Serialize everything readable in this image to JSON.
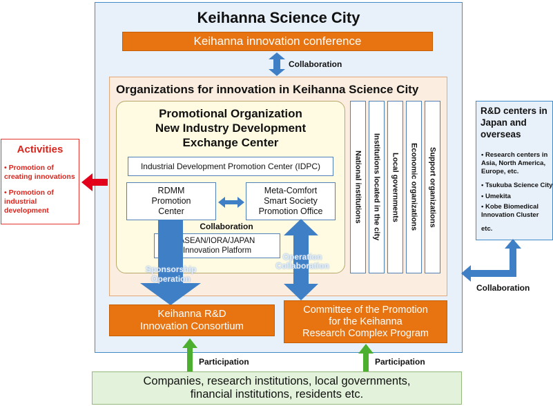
{
  "city_title": "Keihanna Science City",
  "conference": "Keihanna innovation conference",
  "collab_top": "Collaboration",
  "org_title": "Organizations for innovation in Keihanna Science City",
  "promo_title": [
    "Promotional Organization",
    "New Industry Development",
    "Exchange Center"
  ],
  "idpc": "Industrial Development Promotion Center (IDPC)",
  "rdmm": [
    "RDMM",
    "Promotion",
    "Center"
  ],
  "meta": [
    "Meta-Comfort",
    "Smart Society",
    "Promotion Office"
  ],
  "collab_inner": "Collaboration",
  "asean": [
    "ASEAN/IORA/JAPAN",
    "Innovation Platform"
  ],
  "vertical_items": [
    "National institutions",
    "Institutions located in the city",
    "Local governments",
    "Economic organizations",
    "Support organizations"
  ],
  "sponsorship": [
    "Sponsorship",
    "Operation"
  ],
  "operation": [
    "Operation",
    "Collaboration"
  ],
  "consortium": [
    "Keihanna R&D",
    "Innovation Consortium"
  ],
  "committee": [
    "Committee of the Promotion",
    "for the Keihanna",
    "Research Complex Program"
  ],
  "participation_left": "Participation",
  "participation_right": "Participation",
  "companies": [
    "Companies, research institutions, local governments,",
    "financial institutions, residents etc."
  ],
  "activities": {
    "title": "Activities",
    "items": [
      "• Promotion of creating innovations",
      "• Promotion of industrial development"
    ]
  },
  "rd_centers": {
    "title": "R&D centers in Japan and overseas",
    "items": [
      "• Research centers in Asia, North America, Europe, etc.",
      "• Tsukuba Science City",
      "• Umekita",
      "• Kobe Biomedical Innovation Cluster",
      "etc."
    ]
  },
  "collab_right": "Collaboration",
  "colors": {
    "blue_arrow": "#3f7fc6",
    "green_arrow": "#4caf2f",
    "red_arrow": "#e2001a",
    "orange": "#e87311"
  }
}
